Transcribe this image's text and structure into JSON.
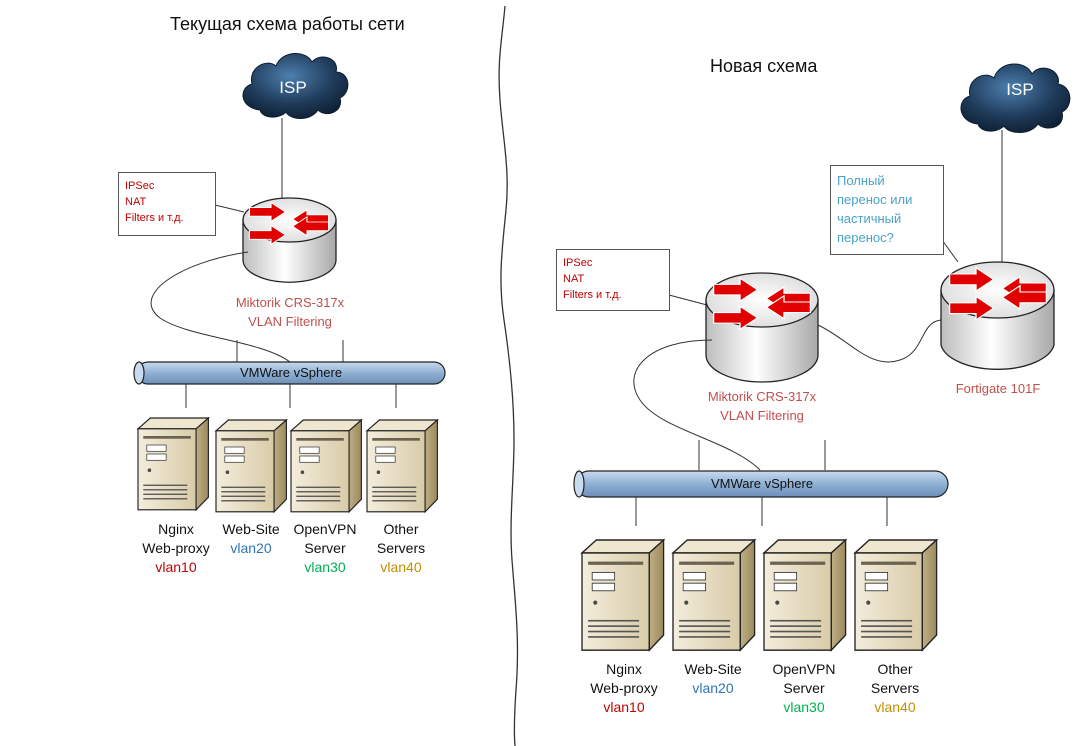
{
  "left": {
    "title": "Текущая схема работы сети",
    "isp": "ISP",
    "note": [
      "IPSec",
      "NAT",
      "Filters и т.д."
    ],
    "router_label": [
      "Miktorik CRS-317x",
      "VLAN Filtering"
    ],
    "bus_label": "VMWare vSphere",
    "servers": [
      {
        "line1": "Nginx",
        "line2": "Web-proxy",
        "vlan": "vlan10"
      },
      {
        "line1": "Web-Site",
        "line2": "",
        "vlan": "vlan20"
      },
      {
        "line1": "OpenVPN",
        "line2": "Server",
        "vlan": "vlan30"
      },
      {
        "line1": "Other",
        "line2": "Servers",
        "vlan": "vlan40"
      }
    ]
  },
  "right": {
    "title": "Новая схема",
    "isp": "ISP",
    "note": [
      "IPSec",
      "NAT",
      "Filters и т.д."
    ],
    "question_note": [
      "Полный",
      "перенос или",
      "частичный",
      "перенос?"
    ],
    "router_label": [
      "Miktorik CRS-317x",
      "VLAN Filtering"
    ],
    "firewall_label": "Fortigate 101F",
    "bus_label": "VMWare vSphere",
    "servers": [
      {
        "line1": "Nginx",
        "line2": "Web-proxy",
        "vlan": "vlan10"
      },
      {
        "line1": "Web-Site",
        "line2": "",
        "vlan": "vlan20"
      },
      {
        "line1": "OpenVPN",
        "line2": "Server",
        "vlan": "vlan30"
      },
      {
        "line1": "Other",
        "line2": "Servers",
        "vlan": "vlan40"
      }
    ]
  },
  "colors": {
    "vlan10": "#c00000",
    "vlan20": "#2e75b6",
    "vlan30": "#00b050",
    "vlan40": "#bf9000",
    "router_label": "#c0504d",
    "note_text": "#c00000",
    "question_text": "#4aa3c4",
    "bus_fill": "#9ab8d8",
    "cloud": "#1f3b5a"
  }
}
